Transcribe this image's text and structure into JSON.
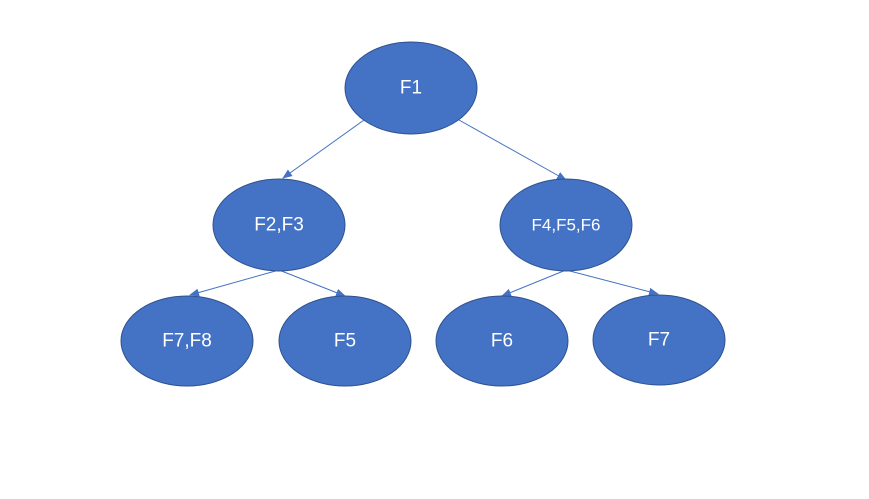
{
  "diagram": {
    "node_fill": "#4472c4",
    "node_stroke": "#2f528f",
    "edge_color": "#4472c4",
    "label_color": "#ffffff",
    "nodes": [
      {
        "id": "n1",
        "label": "F1"
      },
      {
        "id": "n2",
        "label": "F2,F3"
      },
      {
        "id": "n3",
        "label": "F4,F5,F6"
      },
      {
        "id": "n4",
        "label": "F7,F8"
      },
      {
        "id": "n5",
        "label": "F5"
      },
      {
        "id": "n6",
        "label": "F6"
      },
      {
        "id": "n7",
        "label": "F7"
      }
    ],
    "edges": [
      {
        "from": "n1",
        "to": "n2"
      },
      {
        "from": "n1",
        "to": "n3"
      },
      {
        "from": "n2",
        "to": "n4"
      },
      {
        "from": "n2",
        "to": "n5"
      },
      {
        "from": "n3",
        "to": "n6"
      },
      {
        "from": "n3",
        "to": "n7"
      }
    ]
  }
}
